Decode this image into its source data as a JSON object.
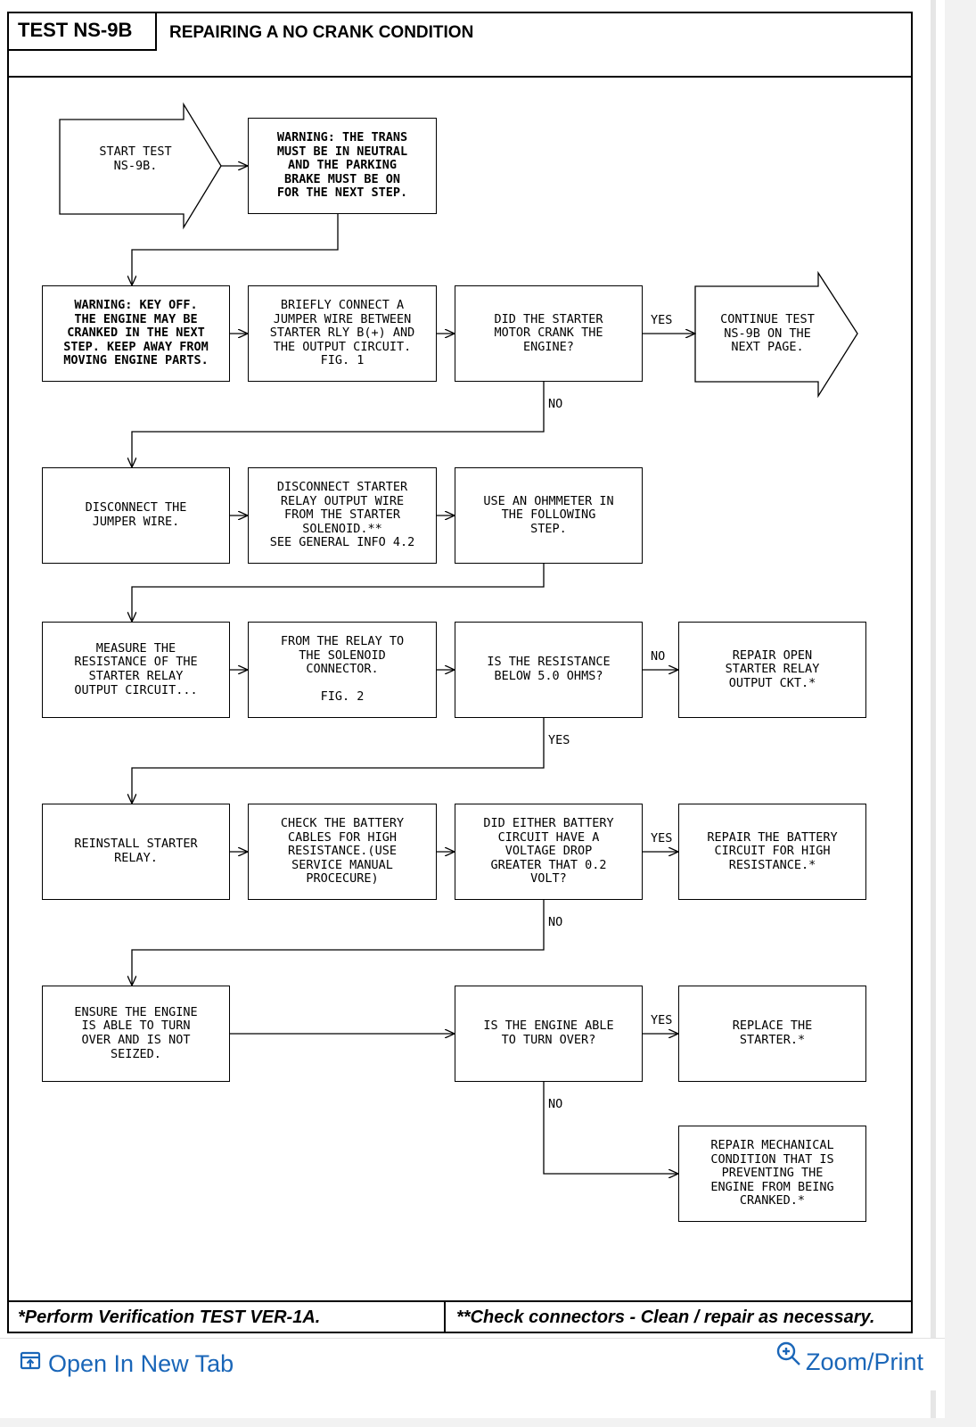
{
  "header": {
    "test_id": "TEST NS-9B",
    "title": "REPAIRING A NO CRANK CONDITION"
  },
  "steps": {
    "start": "START TEST\nNS-9B.",
    "warning_trans": "WARNING: THE TRANS\nMUST BE IN NEUTRAL\nAND THE PARKING\nBRAKE MUST BE ON\nFOR THE NEXT STEP.",
    "warning_key": "WARNING: KEY OFF.\nTHE ENGINE MAY BE\nCRANKED IN THE NEXT\nSTEP. KEEP AWAY FROM\nMOVING ENGINE PARTS.",
    "jumper": "BRIEFLY CONNECT A\nJUMPER WIRE BETWEEN\nSTARTER RLY B(+) AND\nTHE OUTPUT CIRCUIT.\nFIG. 1",
    "did_crank": "DID THE STARTER\nMOTOR CRANK THE\nENGINE?",
    "continue": "CONTINUE TEST\nNS-9B ON THE\nNEXT PAGE.",
    "disconnect_jumper": "DISCONNECT THE\nJUMPER WIRE.",
    "disconnect_relay": "DISCONNECT STARTER\nRELAY OUTPUT WIRE\nFROM THE STARTER\nSOLENOID.**\nSEE GENERAL INFO 4.2",
    "ohmmeter": "USE AN OHMMETER IN\nTHE FOLLOWING\nSTEP.",
    "measure": "MEASURE THE\nRESISTANCE OF THE\nSTARTER RELAY\nOUTPUT CIRCUIT...",
    "from_relay": "FROM THE RELAY TO\nTHE SOLENOID\nCONNECTOR.\n\nFIG. 2",
    "resistance_q": "IS THE RESISTANCE\nBELOW 5.0 OHMS?",
    "repair_open": "REPAIR OPEN\nSTARTER RELAY\nOUTPUT CKT.*",
    "reinstall": "REINSTALL STARTER\nRELAY.",
    "check_battery": "CHECK THE BATTERY\nCABLES FOR HIGH\nRESISTANCE.(USE\nSERVICE MANUAL\nPROCECURE)",
    "voltage_q": "DID EITHER BATTERY\nCIRCUIT HAVE A\nVOLTAGE DROP\nGREATER THAT 0.2\nVOLT?",
    "repair_battery": "REPAIR THE BATTERY\nCIRCUIT FOR HIGH\nRESISTANCE.*",
    "ensure_engine": "ENSURE THE ENGINE\nIS ABLE TO TURN\nOVER AND IS NOT\nSEIZED.",
    "turn_over_q": "IS THE ENGINE ABLE\nTO TURN OVER?",
    "replace_starter": "REPLACE THE\nSTARTER.*",
    "repair_mechanical": "REPAIR MECHANICAL\nCONDITION THAT IS\nPREVENTING THE\nENGINE FROM BEING\nCRANKED.*"
  },
  "labels": {
    "yes": "YES",
    "no": "NO"
  },
  "footer": {
    "left": "*Perform Verification TEST VER-1A.",
    "right": "**Check connectors - Clean / repair as necessary."
  },
  "toolbar": {
    "open_new_tab": "Open In New Tab",
    "zoom_print": "Zoom/Print"
  },
  "icons": {
    "open_new_tab": "open-new-tab-icon",
    "zoom": "zoom-in-icon"
  },
  "colors": {
    "link": "#1a66b8"
  }
}
